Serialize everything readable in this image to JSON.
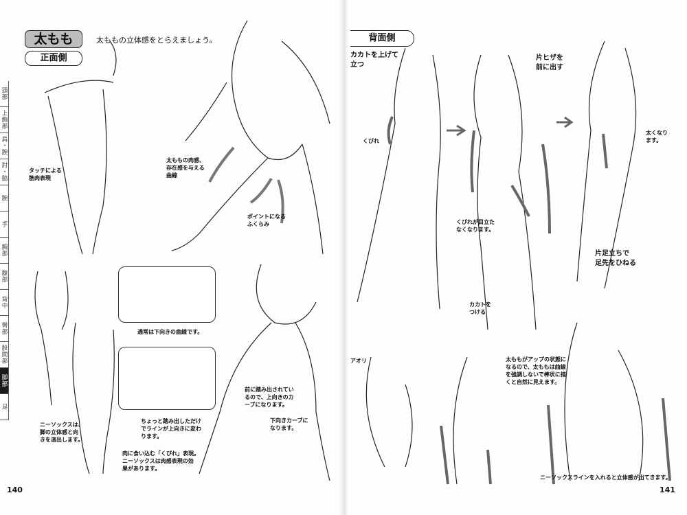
{
  "left_page": {
    "section_title": "太もも",
    "subsection": "正面側",
    "lead": "太ももの立体感をとらえましょう。",
    "page_number": "140",
    "tabs": [
      {
        "label": "頭部",
        "active": false
      },
      {
        "label": "上胸部",
        "active": false
      },
      {
        "label": "肩・腕",
        "active": false
      },
      {
        "label": "肘・脇",
        "active": false
      },
      {
        "label": "腕",
        "active": false
      },
      {
        "label": "手",
        "active": false
      },
      {
        "label": "胸部",
        "active": false
      },
      {
        "label": "腹部",
        "active": false
      },
      {
        "label": "背中",
        "active": false
      },
      {
        "label": "臀部",
        "active": false
      },
      {
        "label": "股間部",
        "active": false
      },
      {
        "label": "脚部",
        "active": true
      },
      {
        "label": "足",
        "active": false
      }
    ],
    "notes": {
      "touch": "タッチによる\n筋肉表現",
      "curve": "太ももの肉感、\n存在感を与える\n曲線",
      "point": "ポイントになる\nふくらみ",
      "normal": "通常は下向きの曲線です。",
      "step": "ちょっと踏み出しただけ\nでラインが上向きに変わ\nります。",
      "kubire": "肉に食い込む「くびれ」表現。\nニーソックスは肉感表現の効\n果があります。",
      "kneesocks": "ニーソックスは、\n脚の立体感と向\nきを演出します。",
      "forward": "前に踏み出されてい\nるので、上向きのカ\nーブになります。",
      "down": "下向きカーブに\nなります。"
    }
  },
  "right_page": {
    "subsection": "背面側",
    "page_number": "141",
    "notes": {
      "heel_up": "カカトを上げて\n立つ",
      "knee": "片ヒザを\n前に出す",
      "kubire": "くびれ",
      "thicker": "太くなり\nます。",
      "less_kubire": "くびれが目立た\nなくなります。",
      "heel_down": "カカトを\nつける",
      "one_leg": "片足立ちで\n足先をひねる",
      "aori": "アオリ",
      "closeup": "太ももがアップの状態に\nなるので、太ももは曲線\nを強調しないで棒状に描\nくと自然に見えます。",
      "socks_line": "ニーソックスラインを入れると立体感が出てきます。"
    }
  },
  "colors": {
    "tab_active": "#1a1a1a",
    "title_fill": "#bdbdbd",
    "accent_stroke": "#666666"
  }
}
